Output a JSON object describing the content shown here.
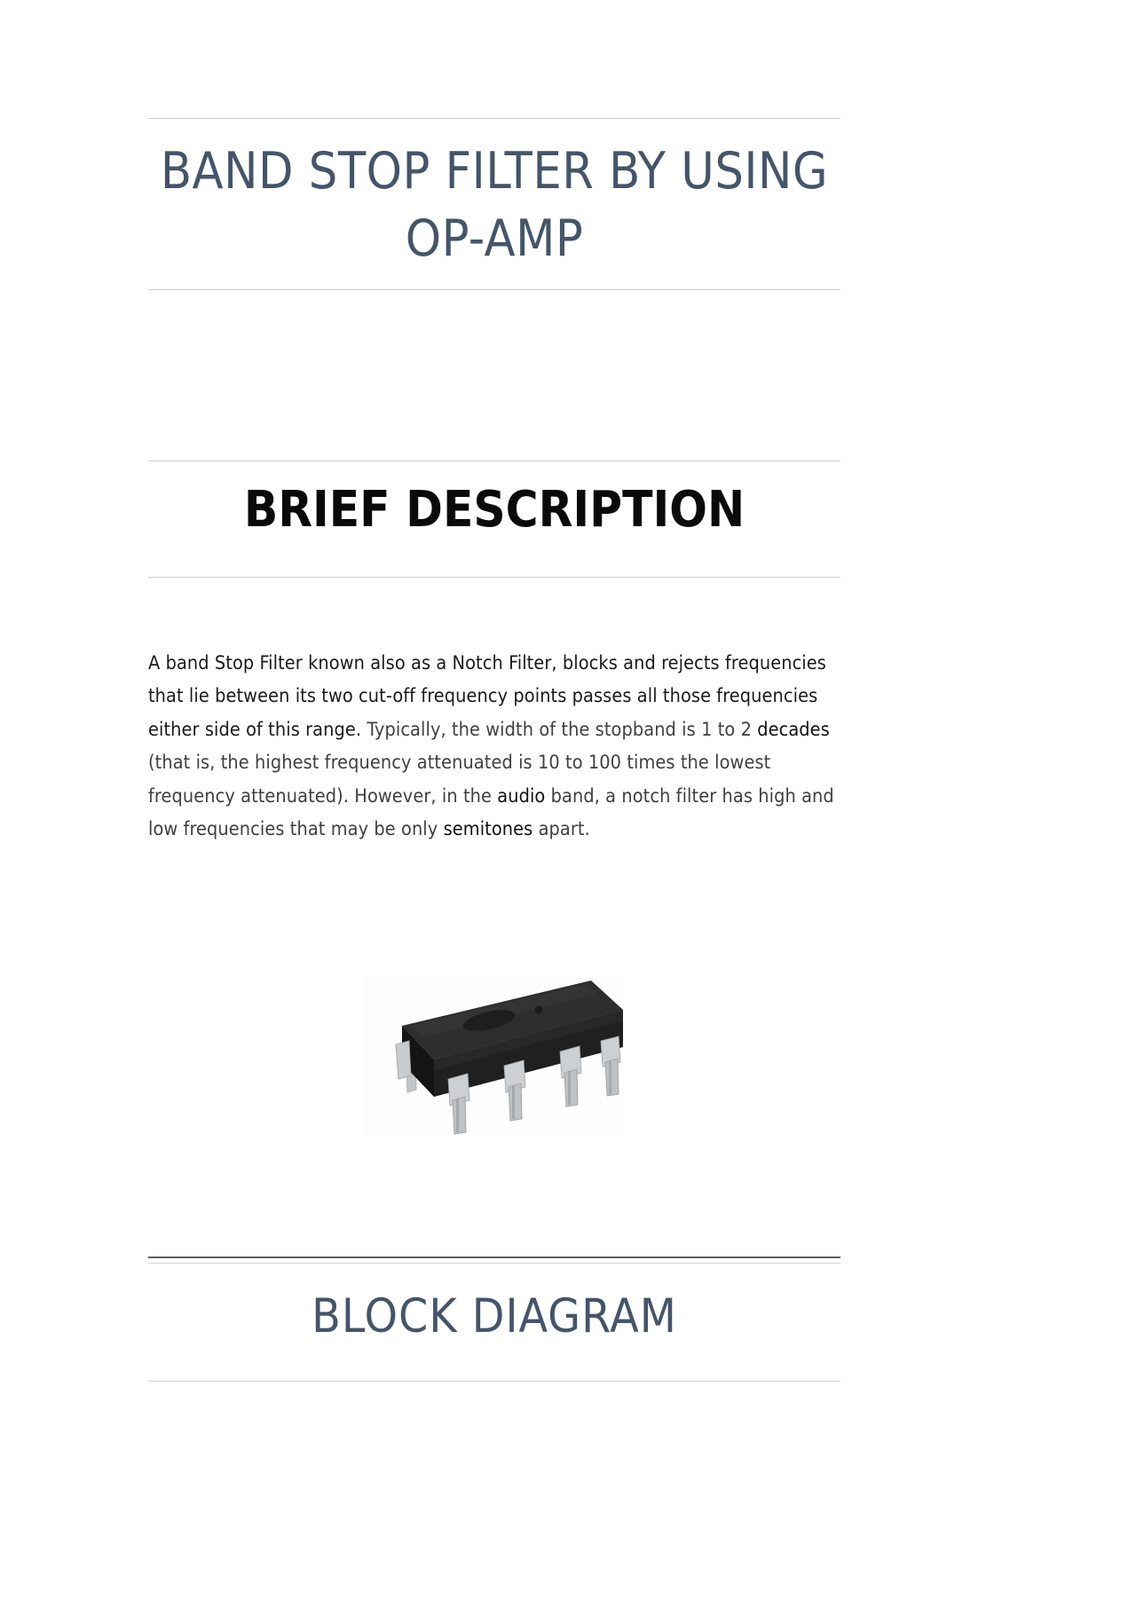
{
  "document": {
    "title": "BAND STOP FILTER BY USING OP-AMP",
    "title_line1": "BAND STOP FILTER BY",
    "title_line2": "USING OP-AMP",
    "page_background": "#ffffff"
  },
  "theme": {
    "heading_accent_color": "#44556b",
    "heading_black_color": "#0a0a0a",
    "body_text_color": "#404040",
    "rule_color": "#c8ccd0",
    "rule_dark_color": "#5a5f63"
  },
  "sections": {
    "brief_description": {
      "heading": "BRIEF DESCRIPTION",
      "paragraph_full": "A band Stop Filter known also as a Notch Filter, blocks and rejects frequencies that lie between its two cut-off frequency points passes all those frequencies either side of this range. Typically, the width of the stopband is 1 to 2 decades (that is, the highest frequency attenuated is 10 to 100 times the lowest frequency attenuated). However, in the audio band, a notch filter has high and low frequencies that may be only semitones apart.",
      "paragraph_lead": "A band Stop Filter known also as a Notch Filter, blocks and rejects frequencies that lie between its two cut-off frequency points passes all those frequencies either side of this range.",
      "paragraph_rest_1": " Typically, the width of the stopband is 1 to 2 ",
      "term_1": "decades",
      "paragraph_rest_2": " (that is, the highest frequency attenuated is 10 to 100 times the lowest frequency attenuated). However, in the ",
      "term_2": "audio",
      "paragraph_rest_3": " band, a notch filter has high and low frequencies that may be only ",
      "term_3": "semitones",
      "paragraph_rest_4": " apart.",
      "figure": {
        "caption": "",
        "alt": "DIP-8 integrated circuit operational amplifier package",
        "icon": "ic-chip-dip8"
      }
    },
    "block_diagram": {
      "heading": "BLOCK DIAGRAM"
    }
  }
}
